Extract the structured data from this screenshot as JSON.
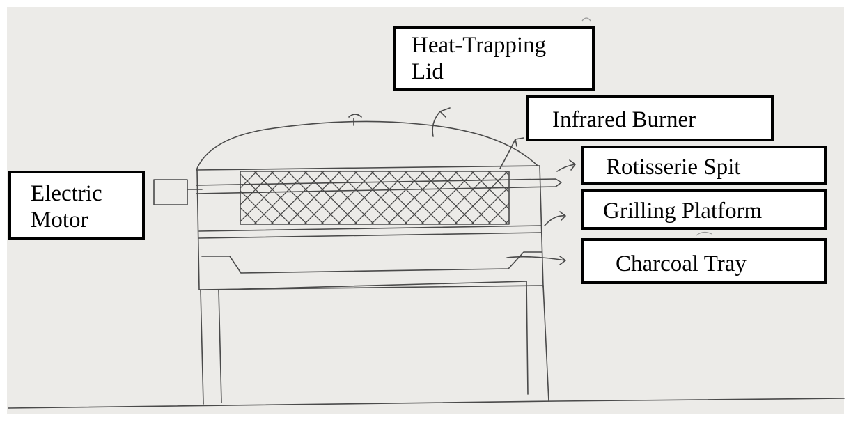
{
  "labels": {
    "lid": {
      "line1": "Heat-Trapping",
      "line2": "Lid"
    },
    "infrared_burner": "Infrared Burner",
    "rotisserie_spit": "Rotisserie Spit",
    "grilling_platform": "Grilling Platform",
    "charcoal_tray": "Charcoal Tray",
    "electric_motor": {
      "line1": "Electric",
      "line2": "Motor"
    }
  },
  "colors": {
    "paper": "#ecebe8",
    "pencil": "#4a4a4a",
    "box_border": "#000000",
    "box_fill": "#ffffff"
  }
}
